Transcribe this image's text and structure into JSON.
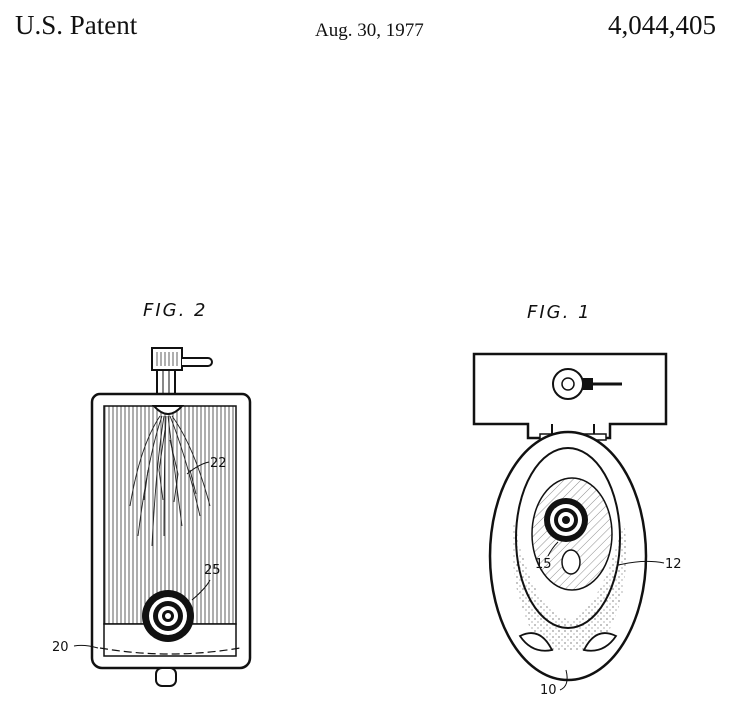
{
  "header": {
    "left": "U.S. Patent",
    "date": "Aug. 30, 1977",
    "number": "4,044,405"
  },
  "figures": [
    {
      "caption": "FIG. 2",
      "labels": [
        "22",
        "25",
        "20"
      ]
    },
    {
      "caption": "FIG. 1",
      "labels": [
        "15",
        "12",
        "10"
      ]
    }
  ]
}
